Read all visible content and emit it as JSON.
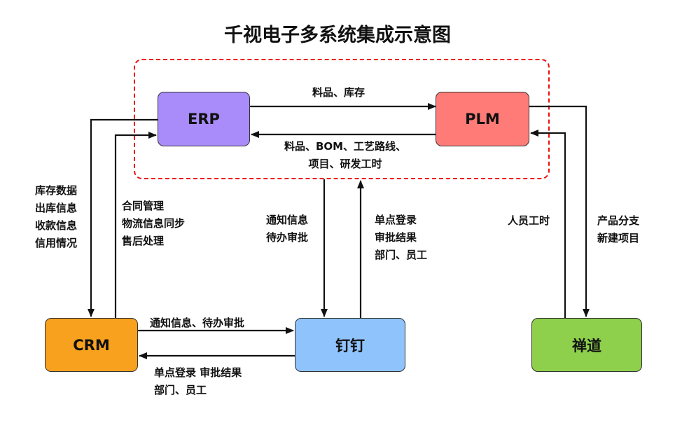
{
  "title": "千视电子多系统集成示意图",
  "nodes": {
    "erp": {
      "label": "ERP",
      "color": "#a98cfa"
    },
    "plm": {
      "label": "PLM",
      "color": "#ff7b77"
    },
    "crm": {
      "label": "CRM",
      "color": "#f7a11e"
    },
    "dingtalk": {
      "label": "钉钉",
      "color": "#8fc3fb"
    },
    "chandao": {
      "label": "禅道",
      "color": "#8ecf4c"
    }
  },
  "edges": {
    "erp_to_plm": {
      "lines": [
        "料品、库存"
      ]
    },
    "plm_to_erp": {
      "lines": [
        "料品、BOM、工艺路线、",
        "项目、研发工时"
      ]
    },
    "erp_to_crm": {
      "lines": [
        "库存数据",
        "出库信息",
        "收款信息",
        "信用情况"
      ]
    },
    "crm_to_erp": {
      "lines": [
        "合同管理",
        "物流信息同步",
        "售后处理"
      ]
    },
    "erp_to_dingtalk": {
      "lines": [
        "通知信息",
        "待办审批"
      ]
    },
    "dingtalk_to_erp": {
      "lines": [
        "单点登录",
        "审批结果",
        "部门、员工"
      ]
    },
    "crm_to_dingtalk": {
      "lines": [
        "通知信息、待办审批"
      ]
    },
    "dingtalk_to_crm": {
      "lines": [
        "单点登录 审批结果",
        "部门、员工"
      ]
    },
    "chandao_to_plm": {
      "lines": [
        "人员工时"
      ]
    },
    "plm_to_chandao": {
      "lines": [
        "产品分支",
        "新建项目"
      ]
    }
  },
  "colors": {
    "boundary": "#ee1111",
    "arrow": "#111111"
  }
}
